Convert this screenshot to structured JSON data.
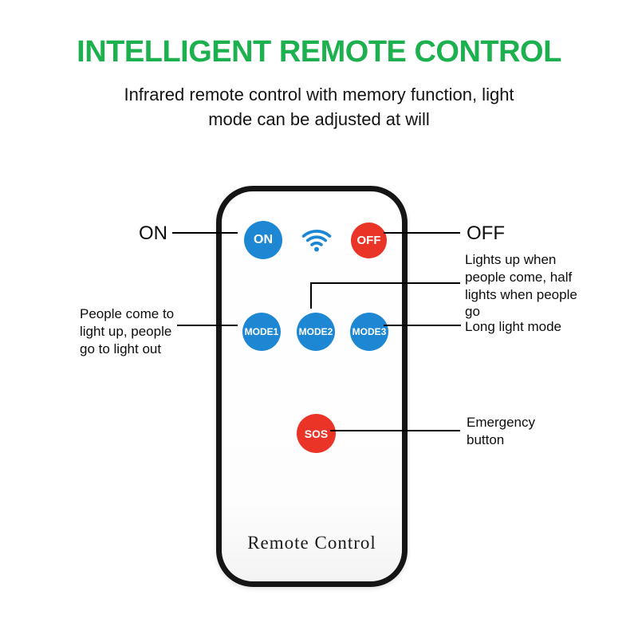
{
  "header": {
    "title": "INTELLIGENT REMOTE CONTROL",
    "subtitle": "Infrared remote control with memory function, light mode can be adjusted at will"
  },
  "remote": {
    "name_label": "Remote Control",
    "buttons": {
      "on": "ON",
      "off": "OFF",
      "mode1": "MODE1",
      "mode2": "MODE2",
      "mode3": "MODE3",
      "sos": "SOS"
    }
  },
  "annotations": {
    "on_label": "ON",
    "off_label": "OFF",
    "mode2_note": "Lights up when people come, half lights when people go",
    "mode1_note": "People come to light up, people go to light out",
    "mode3_note": "Long light mode",
    "sos_note": "Emergency button"
  },
  "icons": {
    "wifi": "wifi-icon"
  },
  "colors": {
    "title_green": "#1cb14e",
    "button_blue": "#1e87d3",
    "button_red": "#ea3428",
    "line_black": "#000000"
  }
}
